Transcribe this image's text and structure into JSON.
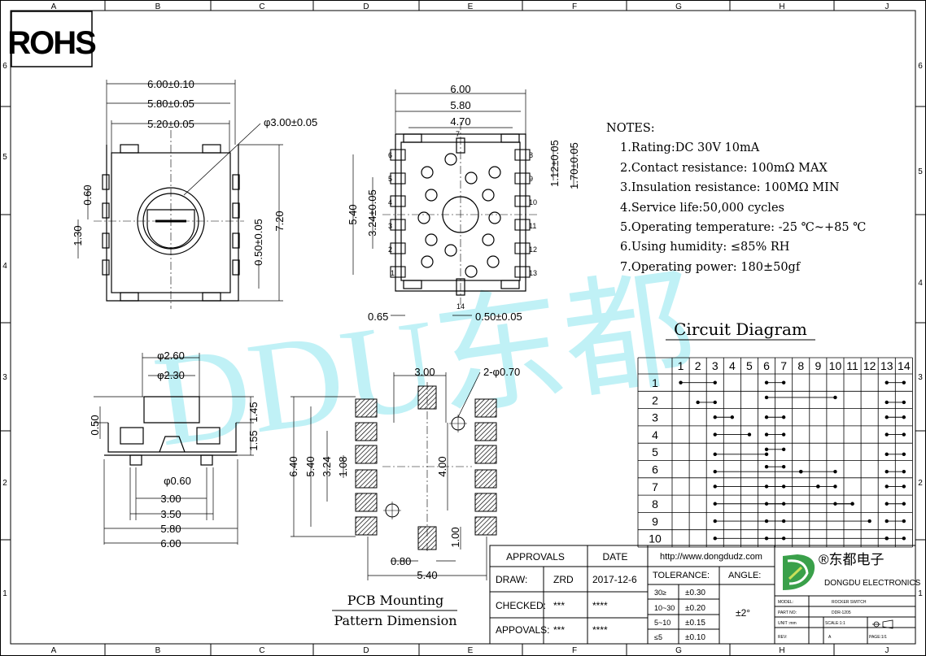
{
  "rohs": "ROHS",
  "watermark": "DDU东都",
  "col_labels": [
    "A",
    "B",
    "C",
    "D",
    "E",
    "F",
    "G",
    "H",
    "J"
  ],
  "row_labels": [
    "6",
    "5",
    "4",
    "3",
    "2",
    "1"
  ],
  "top_view": {
    "dims": [
      "6.00±0.10",
      "5.80±0.05",
      "5.20±0.05",
      "φ3.00±0.05",
      "0.60",
      "1.30",
      "7.20",
      "0.50±0.05"
    ]
  },
  "bottom_view": {
    "dims": [
      "6.00",
      "5.80",
      "4.70",
      "5.40",
      "3.24±0.05",
      "1.12±0.05",
      "1.70±0.05",
      "0.65",
      "0.50±0.05"
    ],
    "pins": [
      "1",
      "2",
      "3",
      "4",
      "5",
      "6",
      "7",
      "8",
      "9",
      "10",
      "11",
      "12",
      "13",
      "14"
    ]
  },
  "side_view": {
    "dims": [
      "φ2.60",
      "φ2.30",
      "0.50",
      "1.45",
      "1.55",
      "φ0.60",
      "3.00",
      "3.50",
      "5.80",
      "6.00"
    ]
  },
  "pcb": {
    "dims": [
      "3.00",
      "2-φ0.70",
      "6.40",
      "5.40",
      "3.24",
      "1.08",
      "4.00",
      "1.00",
      "0.80",
      "5.40"
    ],
    "title1": "PCB Mounting",
    "title2": "Pattern Dimension"
  },
  "notes": {
    "heading": "NOTES:",
    "items": [
      "1.Rating:DC 30V 10mA",
      "2.Contact resistance: 100mΩ MAX",
      "3.Insulation resistance: 100MΩ MIN",
      "4.Service life:50,000 cycles",
      "5.Operating temperature: -25 ℃~+85 ℃",
      "6.Using humidity: ≤85% RH",
      "7.Operating power: 180±50gf"
    ]
  },
  "circuit": {
    "title": "Circuit Diagram",
    "cols": [
      "1",
      "2",
      "3",
      "4",
      "5",
      "6",
      "7",
      "8",
      "9",
      "10",
      "11",
      "12",
      "13",
      "14"
    ],
    "rows": [
      "1",
      "2",
      "3",
      "4",
      "5",
      "6",
      "7",
      "8",
      "9",
      "10"
    ]
  },
  "titleblock": {
    "approvals": "APPROVALS",
    "date": "DATE",
    "draw": "DRAW:",
    "draw_by": "ZRD",
    "draw_date": "2017-12-6",
    "checked": "CHECKED:",
    "checked_by": "***",
    "checked_date": "****",
    "appovals": "APPOVALS:",
    "appovals_by": "***",
    "appovals_date": "****",
    "url": "http://www.dongdudz.com",
    "tolerance": "TOLERANCE:",
    "angle": "ANGLE:",
    "tol_rows": [
      [
        "30≥",
        "±0.30"
      ],
      [
        "10~30",
        "±0.20"
      ],
      [
        "5~10",
        "±0.15"
      ],
      [
        "≤5",
        "±0.10"
      ]
    ],
    "angle_val": "±2°",
    "brand_cn": "®东都电子",
    "brand_en": "DONGDU ELECTRONICS",
    "model_label": "MODEL:",
    "model": "ROCKER SWITCH",
    "part_label": "PART NO:",
    "part": "DDR-1205",
    "unit_label": "UNIT :mm",
    "scale": "SCALE:1:1",
    "rev_label": "REV:",
    "rev": "A",
    "page": "PAGE:1/1"
  }
}
